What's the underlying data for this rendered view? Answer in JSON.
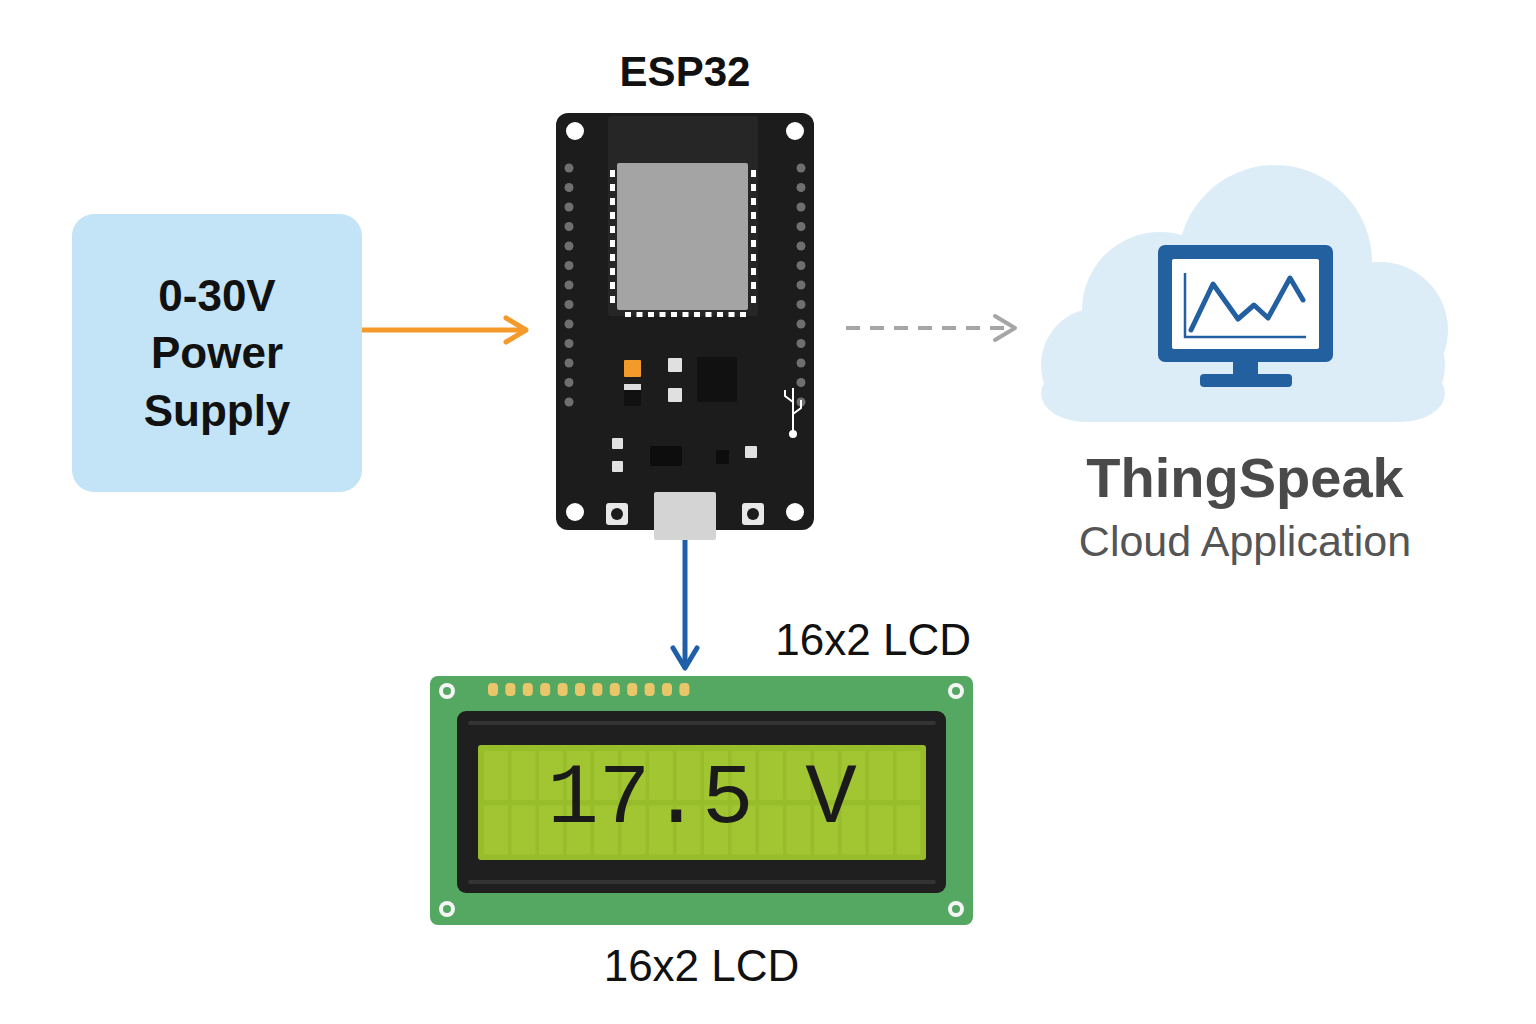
{
  "diagram": {
    "nodes": [
      {
        "text": [
          "0-30V Power Supply"
        ]
      },
      {
        "text": [
          "ESP32"
        ]
      },
      {
        "text": [
          "ThingSpeak",
          "Cloud Application"
        ]
      },
      {
        "text": [
          "16x2 LCD",
          "17.5 V",
          "16x2 LCD"
        ]
      }
    ],
    "edges": [
      {
        "from": 0,
        "to": 1,
        "arrow": "to"
      },
      {
        "from": 1,
        "to": 2,
        "arrow": "to"
      },
      {
        "from": 1,
        "to": 3,
        "arrow": "to"
      }
    ]
  }
}
